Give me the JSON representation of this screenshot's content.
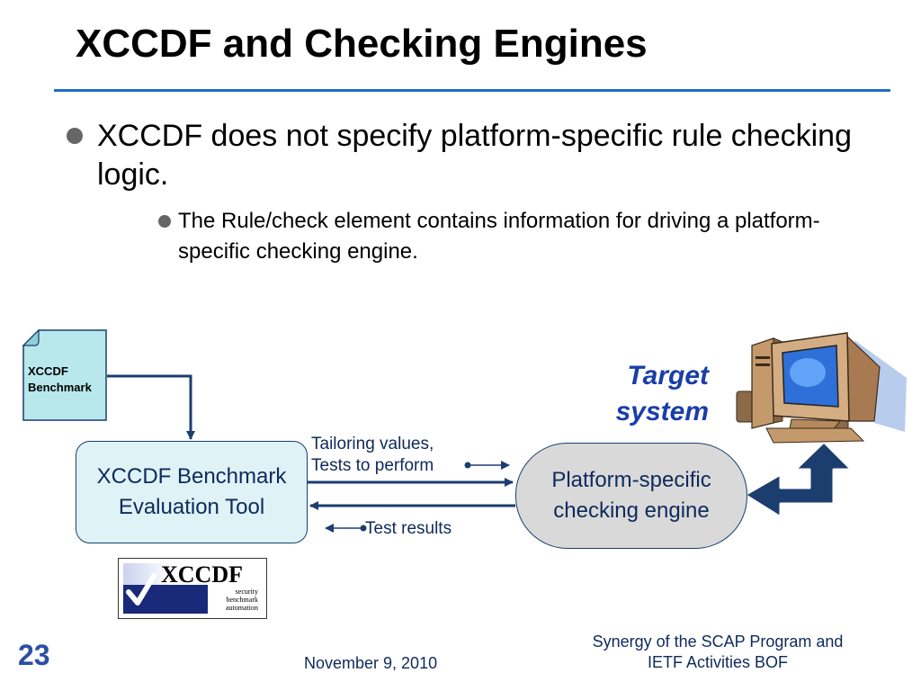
{
  "slide": {
    "title": "XCCDF and Checking Engines",
    "bullet_main": "XCCDF does not specify platform-specific rule checking logic.",
    "bullet_sub": "The Rule/check element contains information for driving a platform-specific checking engine."
  },
  "diagram": {
    "doc_label_line1": "XCCDF",
    "doc_label_line2": "Benchmark",
    "tool_line1": "XCCDF Benchmark",
    "tool_line2": "Evaluation Tool",
    "engine_line1": "Platform-specific",
    "engine_line2": "checking engine",
    "tailor_line1": "Tailoring values,",
    "tailor_line2": "Tests to perform",
    "results_label": "Test results",
    "target_line1": "Target",
    "target_line2": "system",
    "logo_text": "XCCDF",
    "logo_tag1": "security",
    "logo_tag2": "benchmark",
    "logo_tag3": "automation"
  },
  "footer": {
    "slide_number": "23",
    "date": "November 9, 2010",
    "right_line1": "Synergy of the SCAP Program and",
    "right_line2": "IETF Activities BOF"
  },
  "colors": {
    "rule": "#1f6fc5",
    "navy": "#1b3e6e",
    "target_text": "#1a3ea8",
    "doc_fill": "#b8e8ec",
    "tool_fill": "#dff2f6",
    "engine_fill": "#d9d9d9"
  }
}
